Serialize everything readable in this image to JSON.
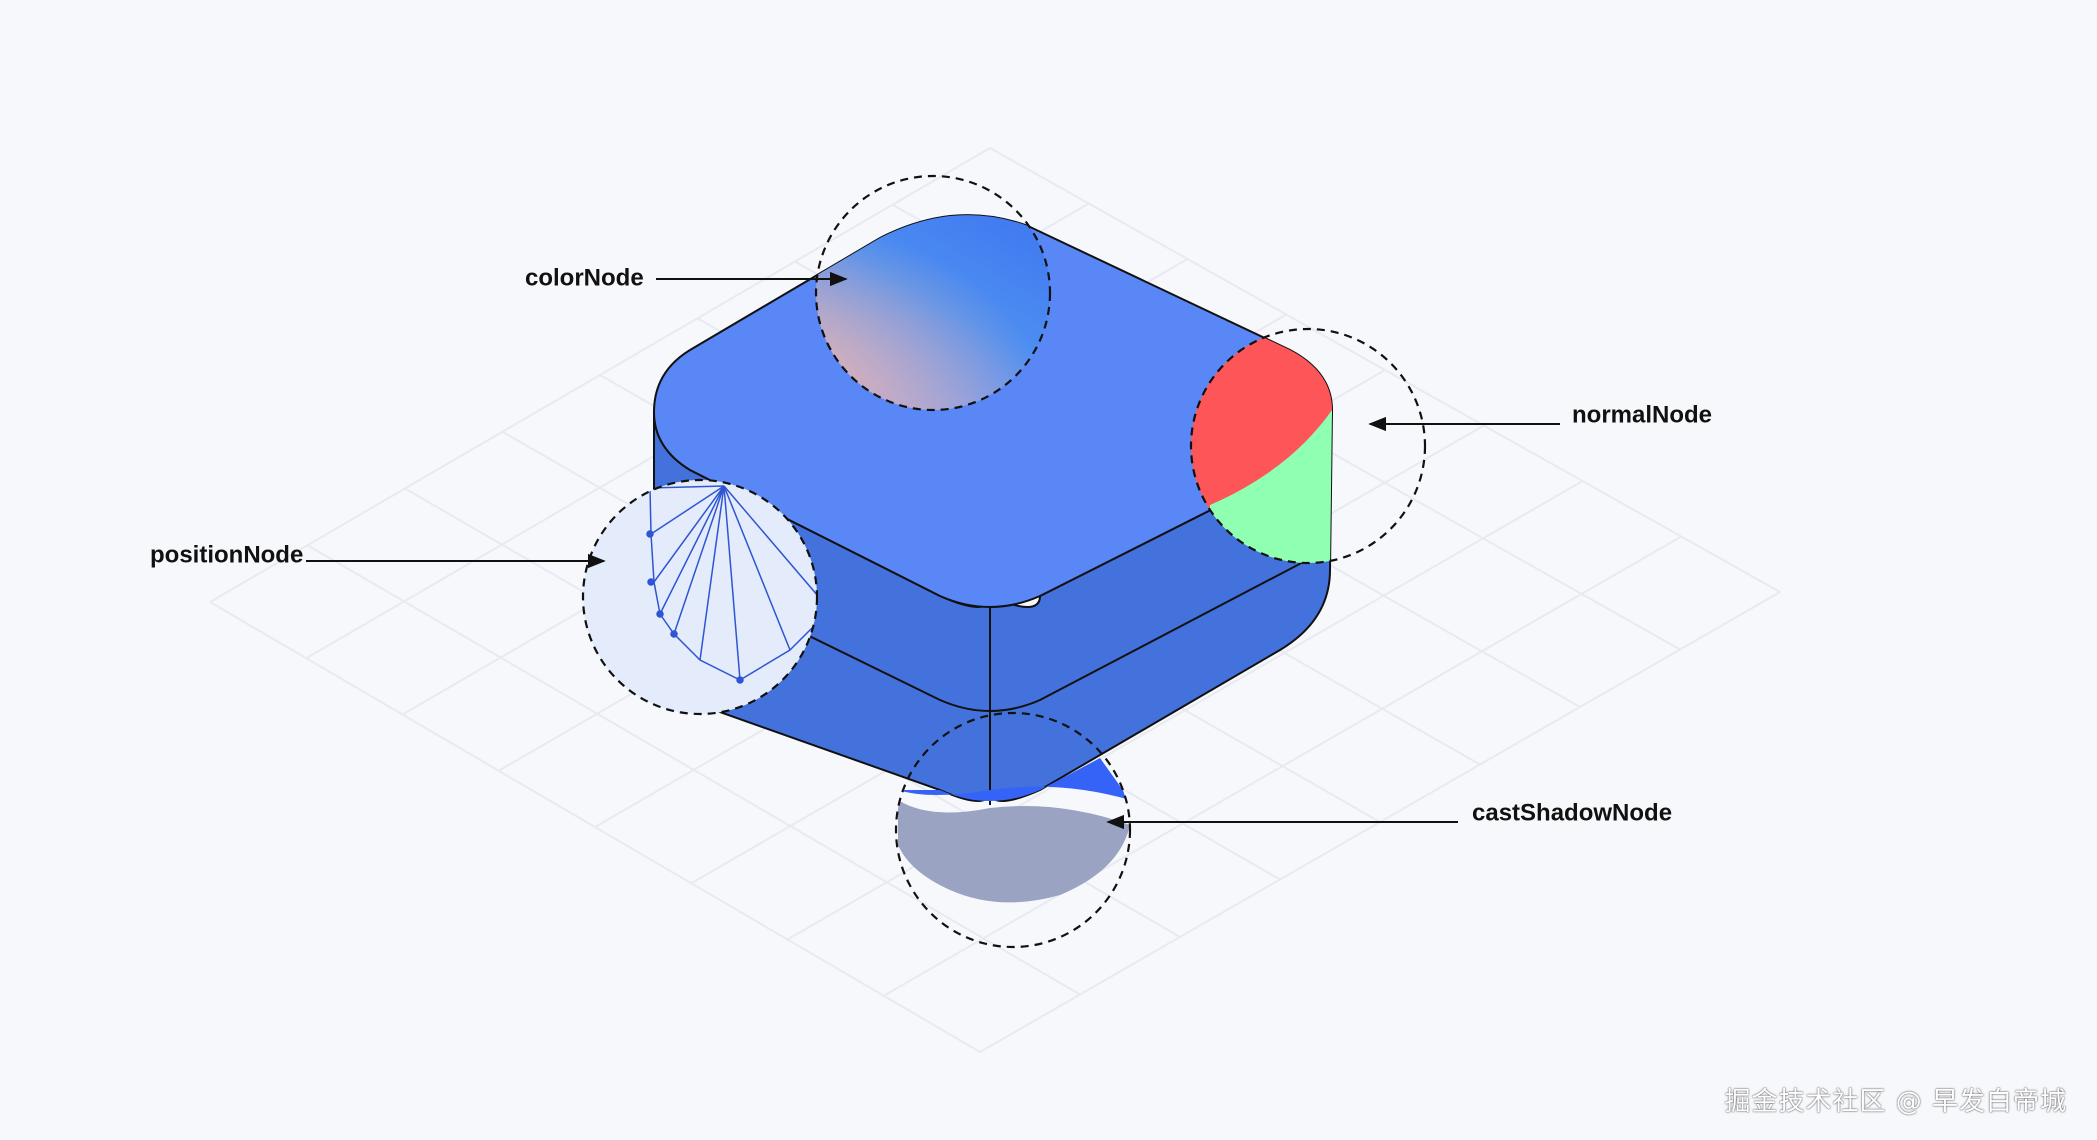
{
  "labels": {
    "color_node": "colorNode",
    "normal_node": "normalNode",
    "position_node": "positionNode",
    "cast_shadow_node": "castShadowNode"
  },
  "watermark": "掘金技术社区 @ 早发白帝城",
  "colors": {
    "background": "#f7f8fc",
    "top_face": "#5a87f6",
    "side_face": "#4472dc",
    "normal_red": "#fe5559",
    "normal_green": "#8fffb1",
    "shadow": "#9aa4c2",
    "shadow_overlap": "#3563f7",
    "wireframe": "#2f55d4"
  }
}
